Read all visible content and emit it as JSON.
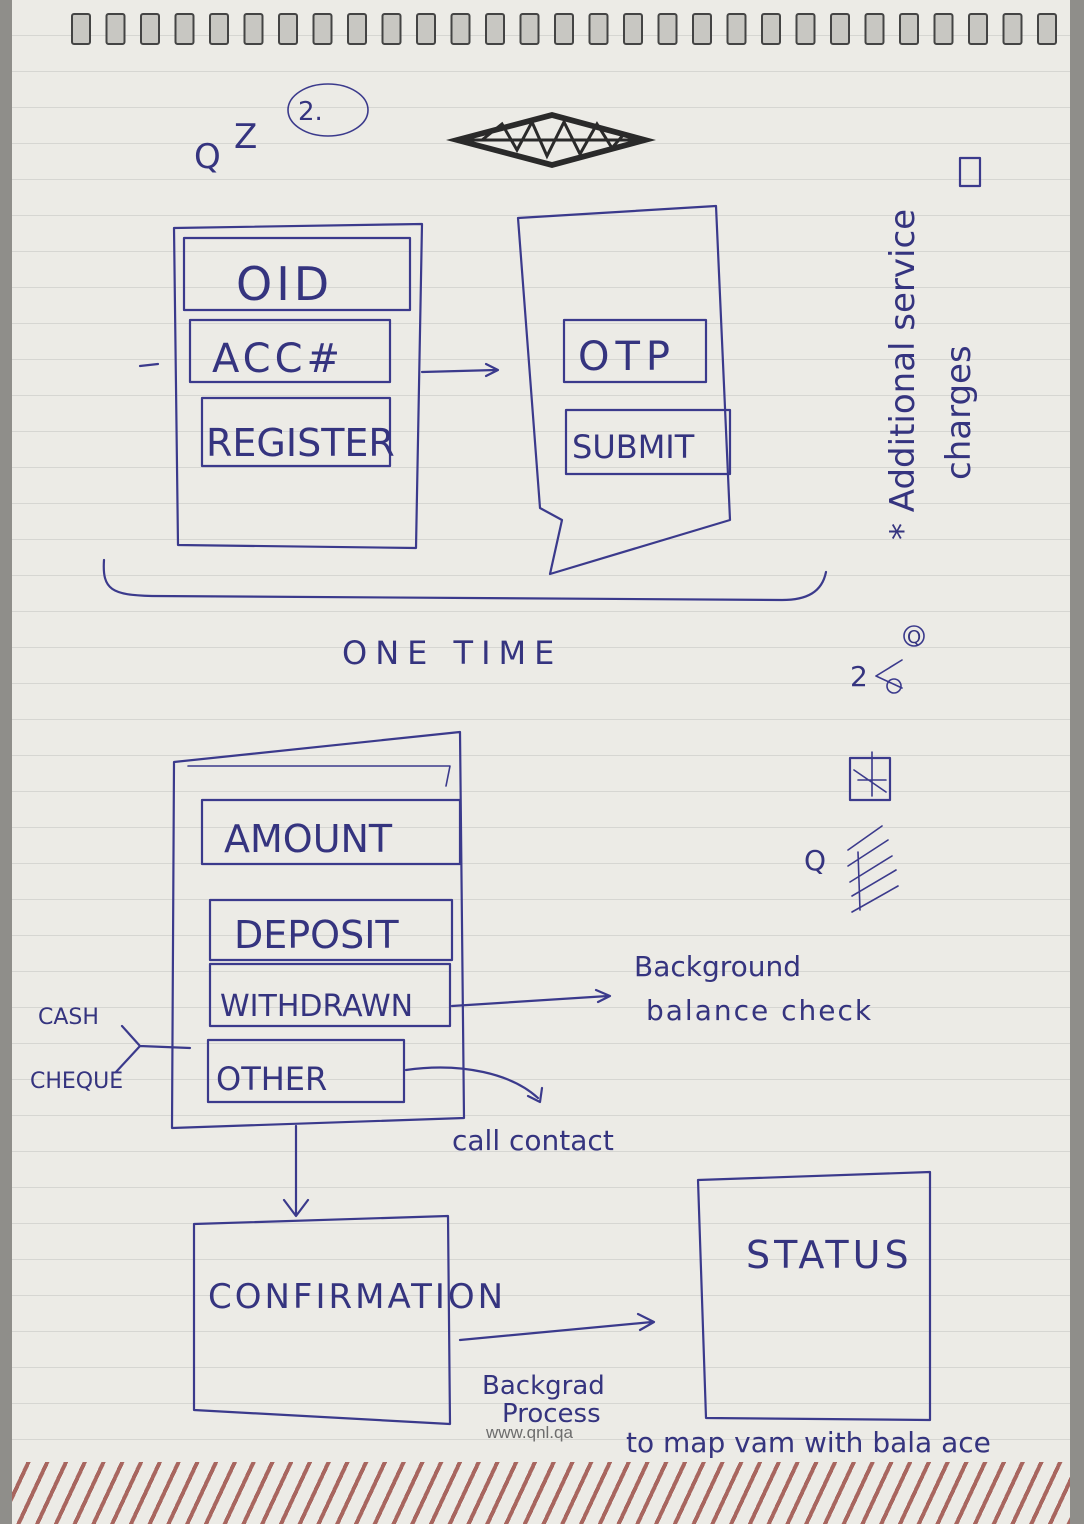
{
  "screen1": {
    "field_oid": "OID",
    "field_acc": "ACC#",
    "button_register": "REGISTER"
  },
  "screen2": {
    "field_otp": "OTP",
    "button_submit": "SUBMIT"
  },
  "label_one_time": "ONE TIME",
  "side_note": {
    "line1": "* Additional service",
    "line2": "charges"
  },
  "top_marks": {
    "q_label": "Q",
    "z_label": "Z",
    "circled": "2."
  },
  "right_marks": {
    "circled_q": "Q",
    "two_arrow": "2",
    "q_label": "Q"
  },
  "screen3": {
    "field_amount": "AMOUNT",
    "button_deposit": "DEPOSIT",
    "button_withdrawn": "WITHDRAWN",
    "button_other": "OTHER"
  },
  "branch_cash": "CASH",
  "branch_cheque": "CHEQUE",
  "note_background": {
    "line1": "Background",
    "line2": "balance check"
  },
  "note_call_contact": "call contact",
  "screen_confirmation": "CONFIRMATION",
  "screen_status": "STATUS",
  "note_background_process": {
    "line1": "Backgrad",
    "line2": "Process"
  },
  "note_map": "to map vam with bala ace",
  "watermark": "www.qnl.qa",
  "colors": {
    "ink": "#3b3a8c",
    "paper": "#ecebe6",
    "stripe": "#a8665f"
  }
}
